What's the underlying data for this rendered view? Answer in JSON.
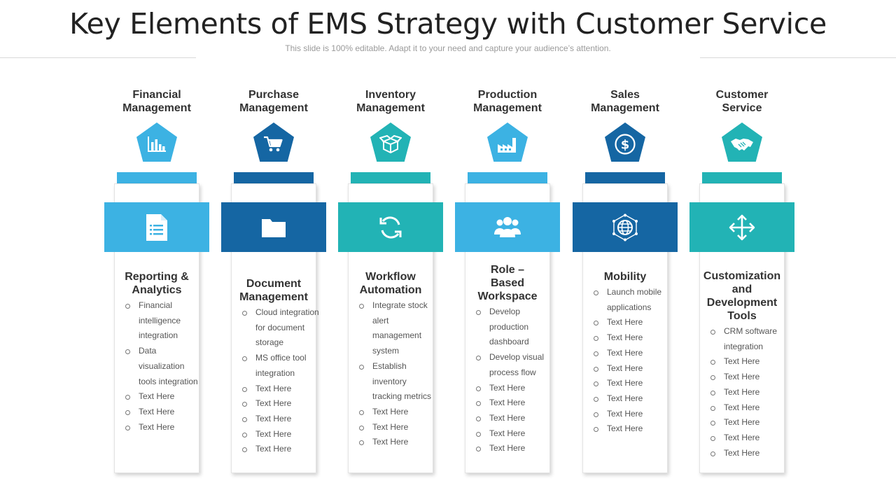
{
  "slide": {
    "title": "Key Elements of EMS Strategy with Customer Service",
    "subtitle": "This slide is 100% editable. Adapt it to your need and capture your audience’s attention."
  },
  "colors": {
    "light_blue": "#3cb2e3",
    "dark_blue": "#1566a3",
    "teal": "#22b3b5"
  },
  "columns": [
    {
      "heading": "Financial\nManagement",
      "color": "#3cb2e3",
      "top_icon": "bar-chart-icon",
      "band_icon": "document-icon",
      "card_title": [
        "Reporting &",
        "Analytics"
      ],
      "bullets": [
        "Financial intelligence integration",
        "Data visualization tools integration",
        "Text Here",
        "Text Here",
        "Text Here"
      ]
    },
    {
      "heading": "Purchase\nManagement",
      "color": "#1566a3",
      "top_icon": "shopping-cart-icon",
      "band_icon": "folder-icon",
      "card_title": [
        "Document",
        "Management"
      ],
      "bullets": [
        "Cloud integration for document storage",
        "MS office tool integration",
        "Text Here",
        "Text Here",
        "Text Here",
        "Text Here",
        "Text Here"
      ]
    },
    {
      "heading": "Inventory\nManagement",
      "color": "#22b3b5",
      "top_icon": "open-box-icon",
      "band_icon": "refresh-icon",
      "card_title": [
        "Workflow",
        "Automation"
      ],
      "bullets": [
        "Integrate stock alert management system",
        "Establish inventory tracking metrics",
        "Text Here",
        "Text Here",
        "Text Here"
      ]
    },
    {
      "heading": "Production\nManagement",
      "color": "#3cb2e3",
      "top_icon": "factory-icon",
      "band_icon": "team-icon",
      "card_title": [
        "Role –",
        "Based",
        "Workspace"
      ],
      "bullets": [
        "Develop production dashboard",
        "Develop visual process flow",
        "Text Here",
        "Text Here",
        "Text Here",
        "Text Here",
        "Text Here"
      ]
    },
    {
      "heading": "Sales\nManagement",
      "color": "#1566a3",
      "top_icon": "dollar-coin-icon",
      "band_icon": "globe-network-icon",
      "card_title": [
        "Mobility"
      ],
      "bullets": [
        "Launch mobile applications",
        "Text Here",
        "Text Here",
        "Text Here",
        "Text Here",
        "Text Here",
        "Text Here",
        "Text Here",
        "Text Here"
      ]
    },
    {
      "heading": "Customer\nService",
      "color": "#22b3b5",
      "top_icon": "handshake-icon",
      "band_icon": "move-arrows-icon",
      "card_title": [
        "Customization",
        "and",
        "Development",
        "Tools"
      ],
      "bullets": [
        "CRM software integration",
        "Text Here",
        "Text Here",
        "Text Here",
        "Text Here",
        "Text Here",
        "Text Here",
        "Text Here"
      ]
    }
  ]
}
